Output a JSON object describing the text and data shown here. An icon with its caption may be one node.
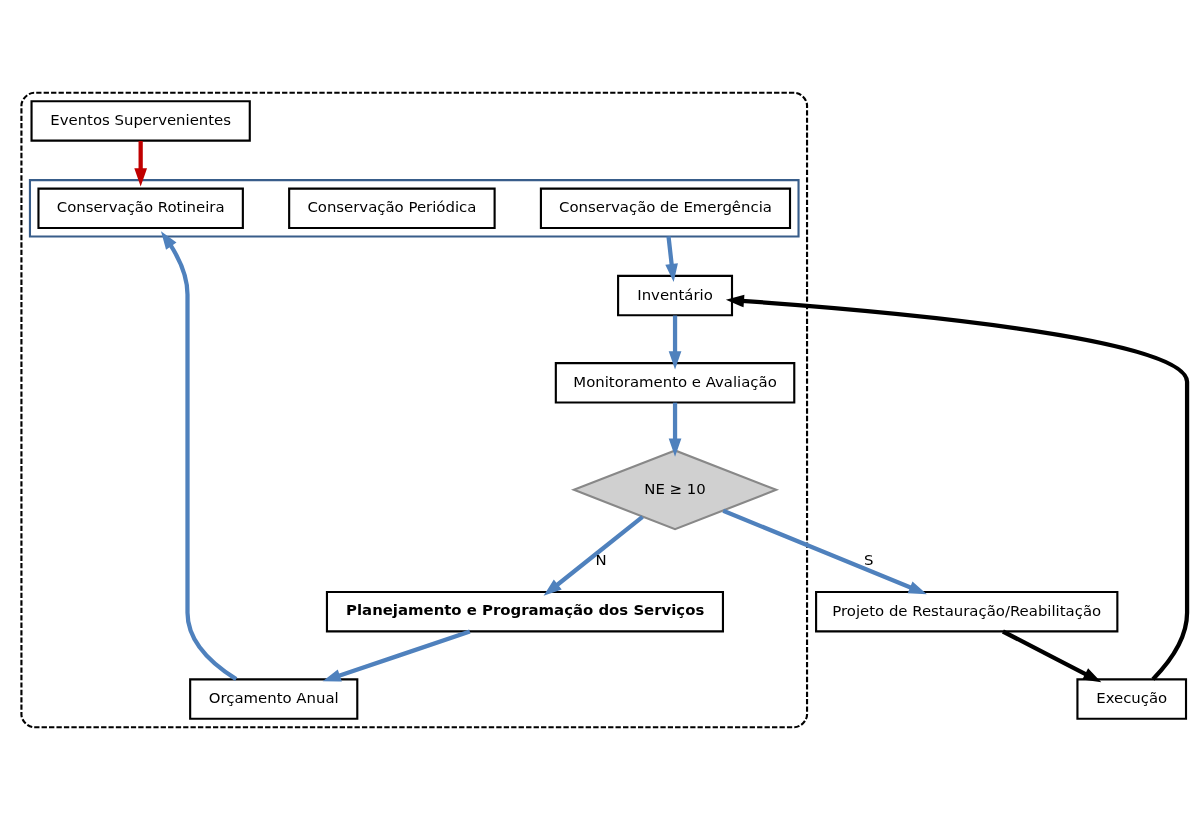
{
  "diagram": {
    "nodes": [
      {
        "text": [],
        "shape": "box"
      },
      {
        "text": [
          "Eventos Supervenientes"
        ],
        "in": 0
      },
      {
        "text": [
          "Orçamento Anual"
        ],
        "in": 0
      },
      {
        "text": [],
        "shape": "box",
        "in": 0
      },
      {
        "text": [
          "Conservação Rotineira"
        ],
        "in": 3
      },
      {
        "text": [
          "Conservação Periódica"
        ],
        "in": 3
      },
      {
        "text": [
          "Conservação de Emergência"
        ],
        "in": 3
      },
      {
        "text": [
          "Planejamento e Programação dos Serviços"
        ],
        "in": 0
      },
      {
        "text": [
          "NE ≥ 10"
        ],
        "in": 0
      },
      {
        "text": [
          "Monitoramento e Avaliação"
        ],
        "in": 0
      },
      {
        "text": [
          "Inventário"
        ],
        "in": 0
      },
      {
        "text": [
          "Projeto de Restauração/Reabilitação"
        ]
      },
      {
        "text": [
          "Execução"
        ]
      }
    ],
    "edges": [
      {
        "from": 1,
        "to": 3,
        "arrow": "to",
        "color": "#c00000"
      },
      {
        "from": 7,
        "to": 2,
        "arrow": "to"
      },
      {
        "from": 2,
        "to": 3,
        "arrow": "to"
      },
      {
        "from": 3,
        "to": 10,
        "arrow": "to"
      },
      {
        "from": 10,
        "to": 9,
        "arrow": "to"
      },
      {
        "from": 9,
        "to": 8,
        "arrow": "to"
      },
      {
        "from": 8,
        "to": 7,
        "arrow": "to",
        "label": "N"
      },
      {
        "from": 8,
        "to": 11,
        "arrow": "to",
        "label": "S"
      },
      {
        "from": 11,
        "to": 12,
        "arrow": "to",
        "color": "#000000"
      },
      {
        "from": 12,
        "to": 10,
        "arrow": "to",
        "color": "#000000"
      }
    ]
  }
}
